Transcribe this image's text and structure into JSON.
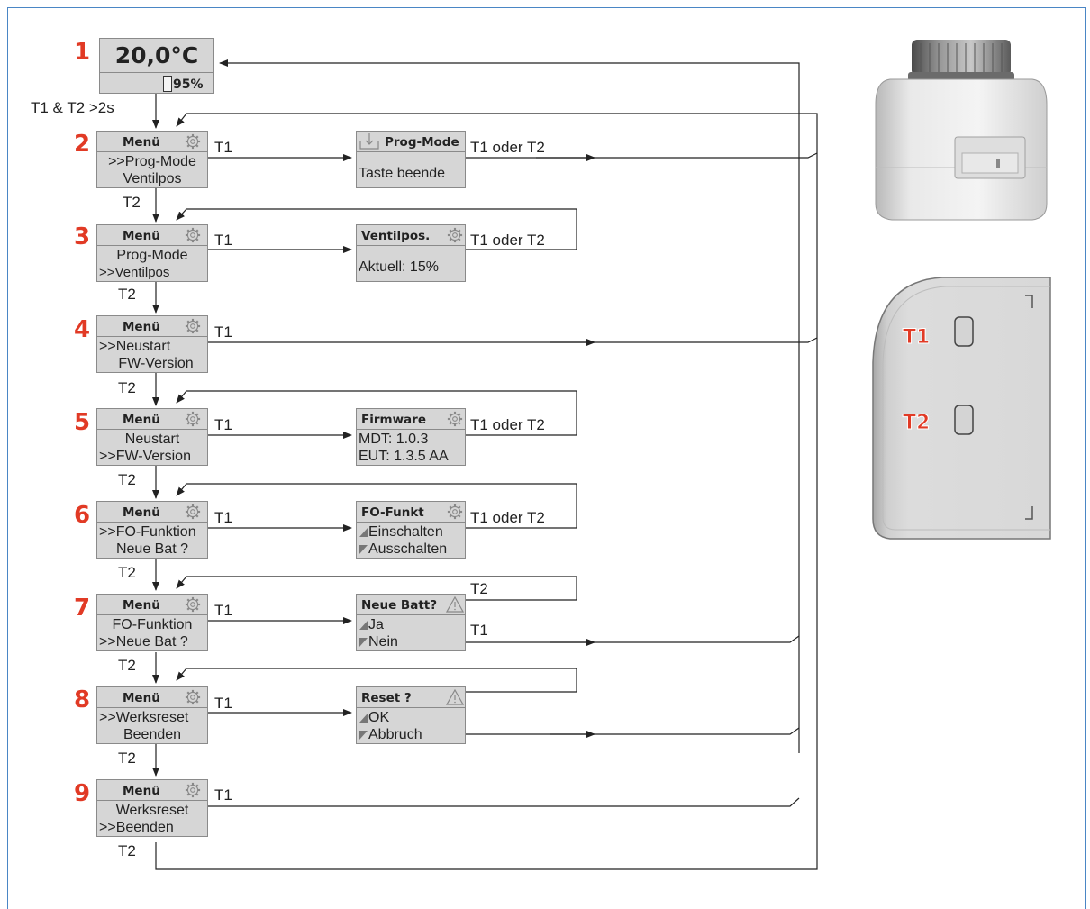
{
  "colors": {
    "frame": "#4a86c5",
    "number": "#e13a25",
    "lcd": "#d6d6d6",
    "line": "#222222"
  },
  "status_screen": {
    "step": "1",
    "temperature": "20,0°C",
    "battery": "95%"
  },
  "start_condition": "T1 & T2 >2s",
  "menu": [
    {
      "step": "2",
      "title": "Menü",
      "line1": ">>Prog-Mode",
      "line2": "Ventilpos",
      "next": "T2"
    },
    {
      "step": "3",
      "title": "Menü",
      "line1": "Prog-Mode",
      "line2": ">>Ventilpos",
      "next": "T2"
    },
    {
      "step": "4",
      "title": "Menü",
      "line1": ">>Neustart",
      "line2": "FW-Version",
      "next": "T2"
    },
    {
      "step": "5",
      "title": "Menü",
      "line1": "Neustart",
      "line2": ">>FW-Version",
      "next": "T2"
    },
    {
      "step": "6",
      "title": "Menü",
      "line1": ">>FO-Funktion",
      "line2": "Neue Bat ?",
      "next": "T2"
    },
    {
      "step": "7",
      "title": "Menü",
      "line1": "FO-Funktion",
      "line2": ">>Neue Bat ?",
      "next": "T2"
    },
    {
      "step": "8",
      "title": "Menü",
      "line1": ">>Werksreset",
      "line2": "Beenden",
      "next": "T2"
    },
    {
      "step": "9",
      "title": "Menü",
      "line1": "Werksreset",
      "line2": ">>Beenden",
      "next": "T2"
    }
  ],
  "select_key": "T1",
  "submenus": {
    "prog": {
      "title": "Prog-Mode",
      "line1": "Taste beende",
      "exit": "T1 oder T2"
    },
    "ventil": {
      "title": "Ventilpos.",
      "line1": "Aktuell: 15%",
      "exit": "T1 oder T2"
    },
    "firmware": {
      "title": "Firmware",
      "line1": "MDT: 1.0.3",
      "line2": "EUT: 1.3.5 AA",
      "exit": "T1 oder T2"
    },
    "fo": {
      "title": "FO-Funkt",
      "line1": "Einschalten",
      "line2": "Ausschalten",
      "exit": "T1 oder T2"
    },
    "batt": {
      "title": "Neue Batt?",
      "line1": "Ja",
      "line2": "Nein",
      "t2": "T2",
      "t1": "T1"
    },
    "reset": {
      "title": "Reset ?",
      "line1": "OK",
      "line2": "Abbruch"
    }
  },
  "device": {
    "button1": "T1",
    "button2": "T2"
  }
}
